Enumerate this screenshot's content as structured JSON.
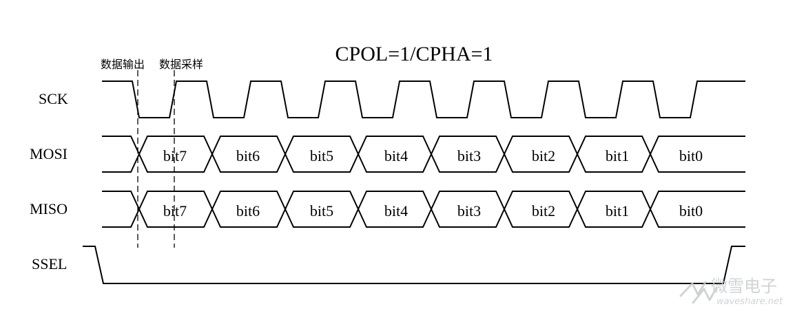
{
  "title": "CPOL=1/CPHA=1",
  "annotations": {
    "data_output": "数据输出",
    "data_sample": "数据采样"
  },
  "signals": {
    "sck": "SCK",
    "mosi": "MOSI",
    "miso": "MISO",
    "ssel": "SSEL"
  },
  "bits": [
    "bit7",
    "bit6",
    "bit5",
    "bit4",
    "bit3",
    "bit2",
    "bit1",
    "bit0"
  ],
  "watermark": {
    "brand": "微雪电子",
    "site": "waveshare.net"
  },
  "colors": {
    "line": "#000000",
    "background": "#ffffff",
    "watermark": "#c8ccd0"
  }
}
